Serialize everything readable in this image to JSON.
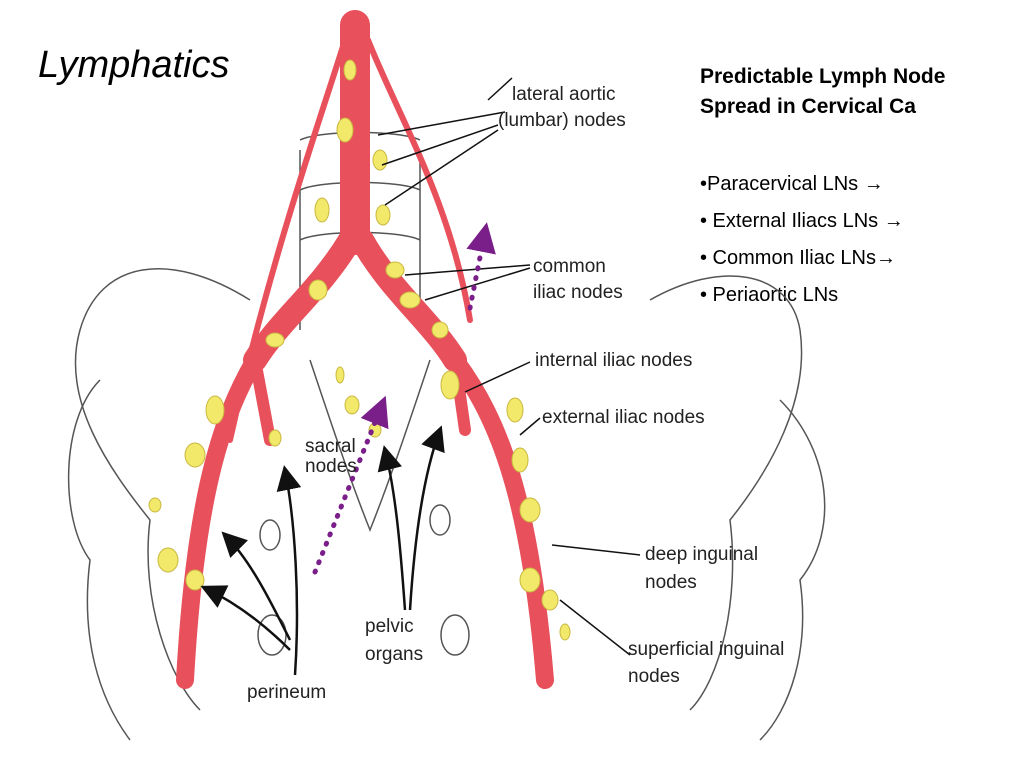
{
  "slide_title": "Lymphatics",
  "panel": {
    "heading_line1": "Predictable Lymph Node",
    "heading_line2": "Spread in Cervical Ca",
    "bullets": [
      "•Paracervical LNs →",
      "• External Iliacs LNs →",
      "• Common Iliac LNs→",
      "• Periaortic LNs"
    ]
  },
  "diagram": {
    "labels": {
      "lateral_aortic_1": "lateral aortic",
      "lateral_aortic_2": "(lumbar) nodes",
      "common_iliac_1": "common",
      "common_iliac_2": "iliac nodes",
      "internal_iliac": "internal iliac nodes",
      "external_iliac": "external iliac nodes",
      "sacral_1": "sacral",
      "sacral_2": "nodes",
      "deep_inguinal_1": "deep inguinal",
      "deep_inguinal_2": "nodes",
      "superficial_inguinal_1": "superficial inguinal",
      "superficial_inguinal_2": "nodes",
      "pelvic_organs_1": "pelvic",
      "pelvic_organs_2": "organs",
      "perineum": "perineum"
    },
    "colors": {
      "vessel": "#e8505c",
      "node": "#f2e86a",
      "arrow_purple": "#7a1f8a",
      "bone": "#555555"
    }
  }
}
